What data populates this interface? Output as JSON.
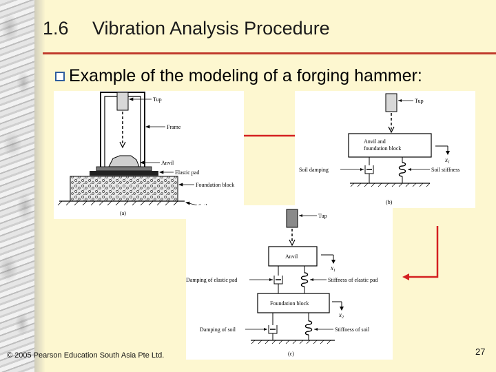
{
  "slide": {
    "number": "1.6",
    "title": "Vibration Analysis Procedure",
    "bullet": "Example of the modeling of a forging hammer:",
    "footer": "© 2005 Pearson Education South Asia Pte Ltd.",
    "page_number": "27"
  },
  "figure_a": {
    "labels": {
      "tup": "Tup",
      "frame": "Frame",
      "anvil": "Anvil",
      "elastic_pad": "Elastic pad",
      "foundation_block": "Foundation block",
      "soil": "Soil"
    },
    "caption": "(a)"
  },
  "figure_b": {
    "labels": {
      "tup": "Tup",
      "block_line1": "Anvil and",
      "block_line2": "foundation block",
      "displacement": "x",
      "displacement_sub": "1",
      "soil_damping": "Soil damping",
      "soil_stiffness": "Soil stiffness"
    },
    "caption": "(b)"
  },
  "figure_c": {
    "labels": {
      "tup": "Tup",
      "anvil": "Anvil",
      "x1": "x",
      "x1_sub": "1",
      "damping_elastic_pad": "Damping of elastic pad",
      "stiffness_elastic_pad": "Stiffness of elastic pad",
      "foundation_block": "Foundation block",
      "x2": "x",
      "x2_sub": "2",
      "damping_soil": "Damping of soil",
      "stiffness_soil": "Stiffness of soil"
    },
    "caption": "(c)"
  },
  "colors": {
    "background": "#fdf7d0",
    "title_rule": "#c0392b",
    "arrow": "#d42020",
    "bullet_box": "#2f5d9e"
  }
}
